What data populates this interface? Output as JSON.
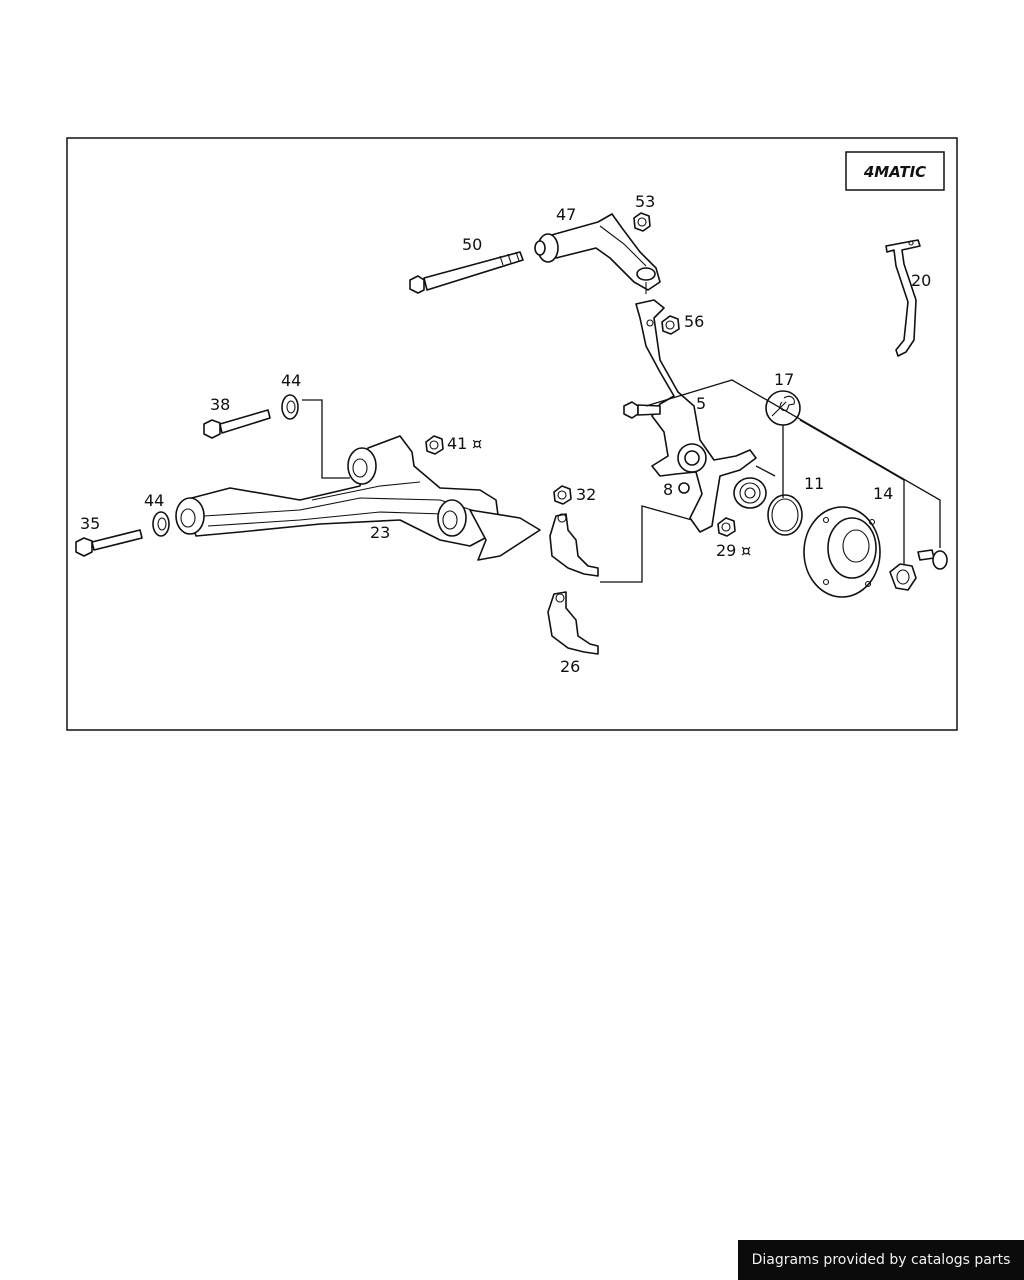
{
  "badge": {
    "text": "4MATIC"
  },
  "callouts": [
    {
      "id": "p50",
      "label": "50"
    },
    {
      "id": "p47",
      "label": "47"
    },
    {
      "id": "p53",
      "label": "53"
    },
    {
      "id": "p20",
      "label": "20"
    },
    {
      "id": "p56",
      "label": "56"
    },
    {
      "id": "p44a",
      "label": "44"
    },
    {
      "id": "p38",
      "label": "38"
    },
    {
      "id": "p17",
      "label": "17"
    },
    {
      "id": "p5",
      "label": "5"
    },
    {
      "id": "p41",
      "label": "41"
    },
    {
      "id": "p11",
      "label": "11"
    },
    {
      "id": "p14",
      "label": "14"
    },
    {
      "id": "p8",
      "label": "8"
    },
    {
      "id": "p32",
      "label": "32"
    },
    {
      "id": "p44b",
      "label": "44"
    },
    {
      "id": "p35",
      "label": "35"
    },
    {
      "id": "p23",
      "label": "23"
    },
    {
      "id": "p29",
      "label": "29"
    },
    {
      "id": "p26",
      "label": "26"
    }
  ],
  "footer": {
    "text": "Diagrams provided by catalogs parts"
  }
}
